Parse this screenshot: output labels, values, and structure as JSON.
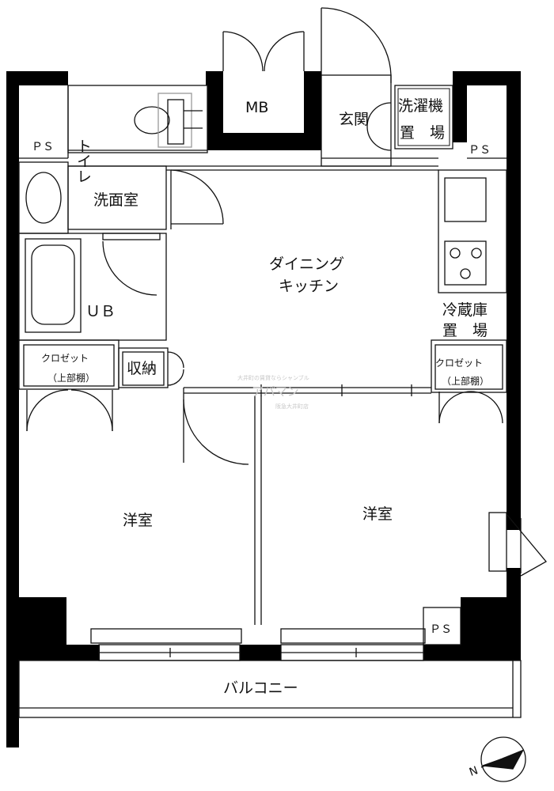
{
  "plan": {
    "rooms": {
      "toilet": "トイレ",
      "mb": "MB",
      "genkan": "玄関",
      "laundry_line1": "洗濯機",
      "laundry_line2": "置　場",
      "senmen": "洗面室",
      "dining_line1": "ダイニング",
      "dining_line2": "キッチン",
      "fridge_line1": "冷蔵庫",
      "fridge_line2": "置　場",
      "ub": "ＵＢ",
      "closet_left_line1": "クロゼット",
      "closet_left_line2": "（上部棚）",
      "shuno": "収納",
      "closet_right_line1": "クロゼット",
      "closet_right_line2": "（上部棚）",
      "yoshitsu_left": "洋室",
      "yoshitsu_right": "洋室",
      "balcony": "バルコニー"
    },
    "ps_labels": [
      "ＰＳ",
      "ＰＳ",
      "ＰＳ"
    ],
    "compass_label": "N",
    "watermark": {
      "line1": "大井町の賃貸ならシャンブル",
      "line2": "アパマン",
      "line3": "阪急大井町店"
    }
  },
  "colors": {
    "wall": "#000000",
    "line": "#111111",
    "background": "#ffffff",
    "watermark": "#c8c8c8"
  }
}
